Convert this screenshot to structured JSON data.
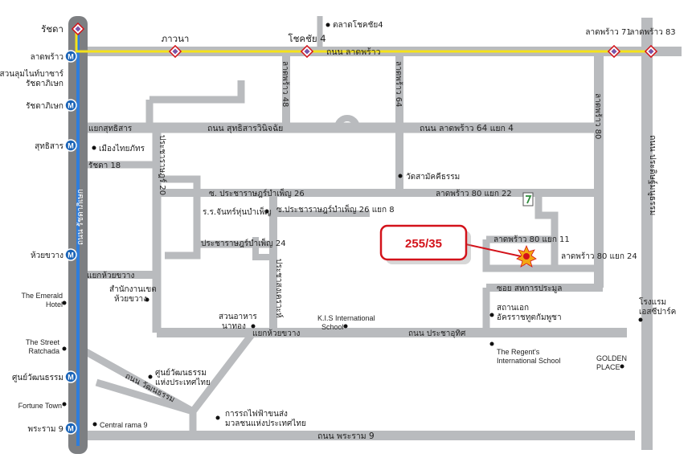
{
  "map": {
    "colors": {
      "road": "#b9bbbe",
      "rail": "#7d7f82",
      "blue_line": "#2f7ddb",
      "yellow_line": "#f5e21a",
      "metro": "#1b64b7",
      "callout": "#d3121a",
      "star": "#f3a712"
    },
    "target": {
      "label": "255/35"
    },
    "stations_vertical": [
      {
        "name": "ลาดพร้าว"
      },
      {
        "name": "รัชดาภิเษก"
      },
      {
        "name": "สุทธิสาร"
      },
      {
        "name": "ห้วยขวาง"
      },
      {
        "name": "ศูนย์วัฒนธรรม"
      },
      {
        "name": "พระราม 9"
      }
    ],
    "station_text": {
      "ratchada_top": "รัชดา",
      "suan_1": "สวนลุมไนท์บาซาร์",
      "suan_2": "รัชดาภิเษก"
    },
    "stations_horizontal": [
      "ภาวนา",
      "โชคชัย 4",
      "ลาดพร้าว 71",
      "ลาดพร้าว 83"
    ],
    "roads": {
      "lat_phrao": "ถนน ลาดพร้าว",
      "sutthisan": "ถนน สุทธิสารวินิจฉัย",
      "lat_phrao_64_4": "ถนน ลาดพร้าว 64 แยก 4",
      "pracha_uthit": "ถนน ประชาอุทิศ",
      "rama9": "ถนน พระราม 9",
      "ratchadaphisek": "ถนน รัชดาภิเษก",
      "pradit_manutham": "ถนน ประดิษฐ์มนูธรรม",
      "wattanatham": "ถนน วัฒนธรรม",
      "soi_lat_phrao_48": "ลาดพร้าว 48",
      "soi_lat_phrao_64": "ลาดพร้าว 64",
      "soi_lat_phrao_80": "ลาดพร้าว 80",
      "soi_pracha_rat_26": "ซ. ประชาราษฎร์บำเพ็ญ 26",
      "soi_pracha_rat_26_8": "ซ.ประชาราษฎร์บำเพ็ญ 26 แยก 8",
      "soi_pracha_rat_24": "ประชาราษฎร์บำเพ็ญ 24",
      "soi_pracha_rat_20": "ประชาราษฎร์ 20",
      "soi_pracha_songkhro": "ประชาสงเคราะห์",
      "soi_lat_phrao_80_22": "ลาดพร้าว 80 แยก 22",
      "soi_lat_phrao_80_11": "ลาดพร้าว 80 แยก 11",
      "soi_lat_phrao_80_24": "ลาดพร้าว 80 แยก 24",
      "soi_sahakorn": "ซอย สหการประมูล",
      "ratchada_18": "รัชดา 18",
      "yaek_sutthisan": "แยกสุทธิสาร",
      "yaek_huai_khwang": "แยกห้วยขวาง",
      "yaek_mong_jai": "แยกห้วยขวาง"
    },
    "places": {
      "talad_chokchai4": "ตลาดโชคชัย4",
      "mueang_thai": "เมืองไทยภัทร",
      "wat_samakkhi": "วัดสามัคคีธรรม",
      "rr_chan": "ร.ร.จันทร์หุ่นบำเพ็ญ",
      "samnak_ngan": "สำนักงานเขต",
      "samnak_ngan_2": "ห้วยขวาง",
      "suan_ahan": "สวนอาหาร",
      "suan_ahan_2": "นาทอง",
      "kis_1": "K.I.S International",
      "kis_2": "School",
      "sathan_1": "สถานเอก",
      "sathan_2": "อัครราชทูตกัมพูชา",
      "regents_1": "The Regent's",
      "regents_2": "International School",
      "rongraem_1": "โรงแรม",
      "rongraem_2": "เอสซีปาร์ค",
      "golden_1": "GOLDEN",
      "golden_2": "PLACE",
      "emerald_1": "The Emerald",
      "emerald_2": "Hotel",
      "street_1": "The Street",
      "street_2": "Ratchada",
      "fortune": "Fortune Town",
      "central": "Central rama 9",
      "culture_1": "ศูนย์วัฒนธรรม",
      "culture_2": "แห่งประเทศไทย",
      "egat_1": "การรถไฟฟ้าขนส่ง",
      "egat_2": "มวลชนแห่งประเทศไทย"
    },
    "metro_symbol": "M"
  }
}
